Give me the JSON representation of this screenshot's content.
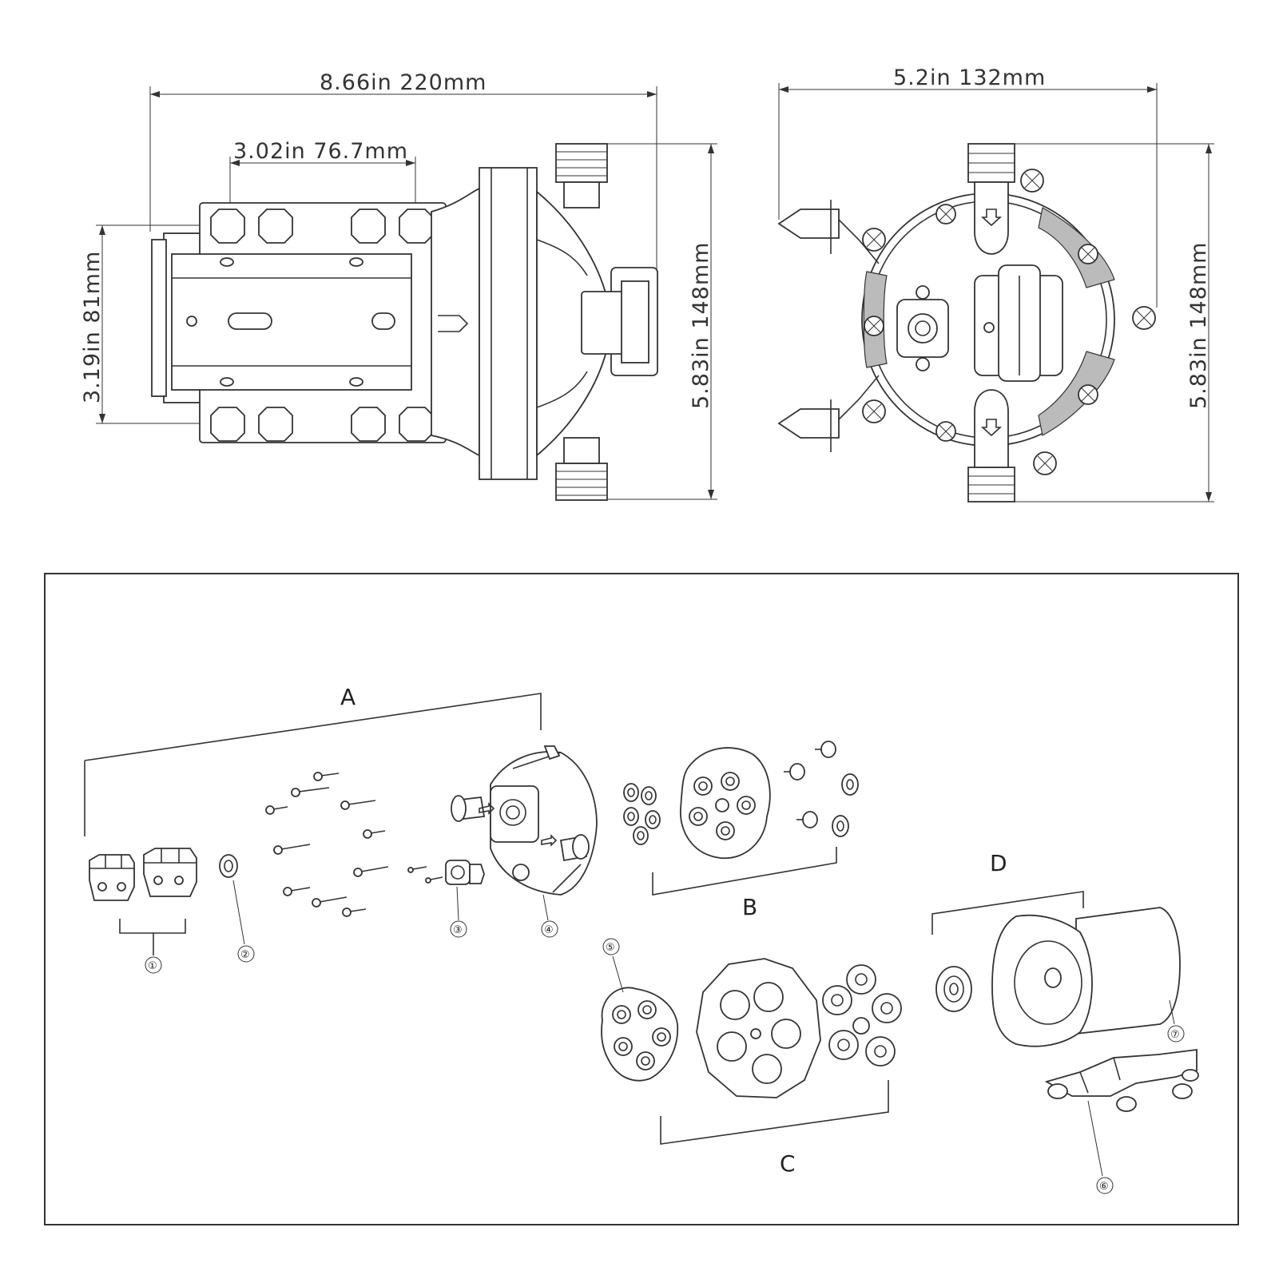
{
  "top_view": {
    "dims": {
      "overall_length": "8.66in  220mm",
      "bracket_spacing": "3.02in  76.7mm",
      "body_height": "3.19in  81mm",
      "overall_height": "5.83in  148mm"
    }
  },
  "end_view": {
    "dims": {
      "overall_width": "5.2in  132mm",
      "overall_height": "5.83in  148mm"
    }
  },
  "exploded_view": {
    "groups": [
      "A",
      "B",
      "C",
      "D"
    ],
    "callouts": [
      "①",
      "②",
      "③",
      "④",
      "⑤",
      "⑥",
      "⑦"
    ]
  }
}
